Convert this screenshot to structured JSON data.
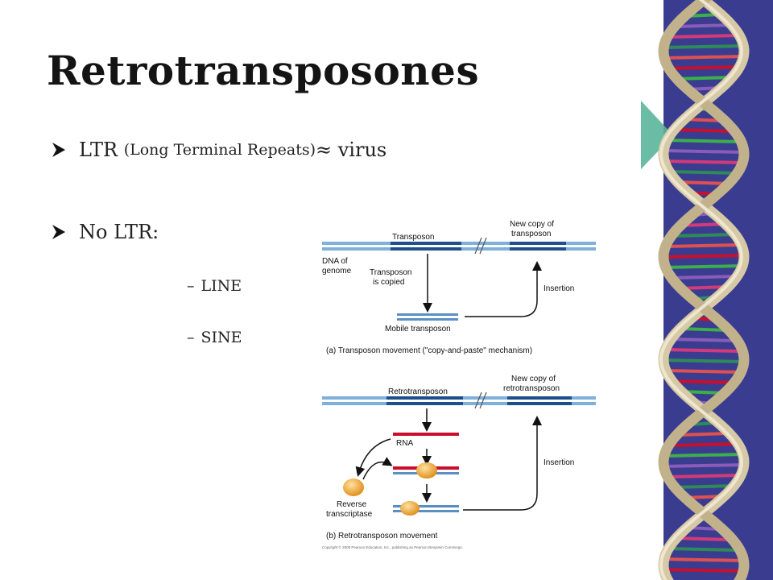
{
  "slide": {
    "title": "Retrotransposones",
    "bullets": [
      {
        "main": "LTR",
        "detail": "(Long Terminal Repeats)",
        "suffix": "≈ virus"
      },
      {
        "main": "No LTR:"
      }
    ],
    "sub_items": [
      "LINE",
      "SINE"
    ],
    "dash": "–"
  },
  "figure": {
    "panel_a": {
      "transposon": "Transposon",
      "new_copy": [
        "New copy of",
        "transposon"
      ],
      "dna": [
        "DNA of",
        "genome"
      ],
      "copied": [
        "Transposon",
        "is copied"
      ],
      "insertion": "Insertion",
      "mobile": "Mobile transposon",
      "caption": "(a) Transposon movement (\"copy-and-paste\" mechanism)"
    },
    "panel_b": {
      "retrotransposon": "Retrotransposon",
      "new_copy": [
        "New copy of",
        "retrotransposon"
      ],
      "rna": "RNA",
      "reverse": [
        "Reverse",
        "transcriptase"
      ],
      "insertion": "Insertion",
      "caption": "(b) Retrotransposon movement"
    },
    "copyright": "Copyright © 2008 Pearson Education, Inc., publishing as Pearson Benjamin Cummings."
  },
  "colors": {
    "dna_blue": "#5a8fc4",
    "dna_dark": "#1d4f8c",
    "rna_red": "#c8102e",
    "enzyme": "#f0a52a",
    "strip_navy": "#3a3d8f",
    "accent_teal": "#5ab59a"
  }
}
